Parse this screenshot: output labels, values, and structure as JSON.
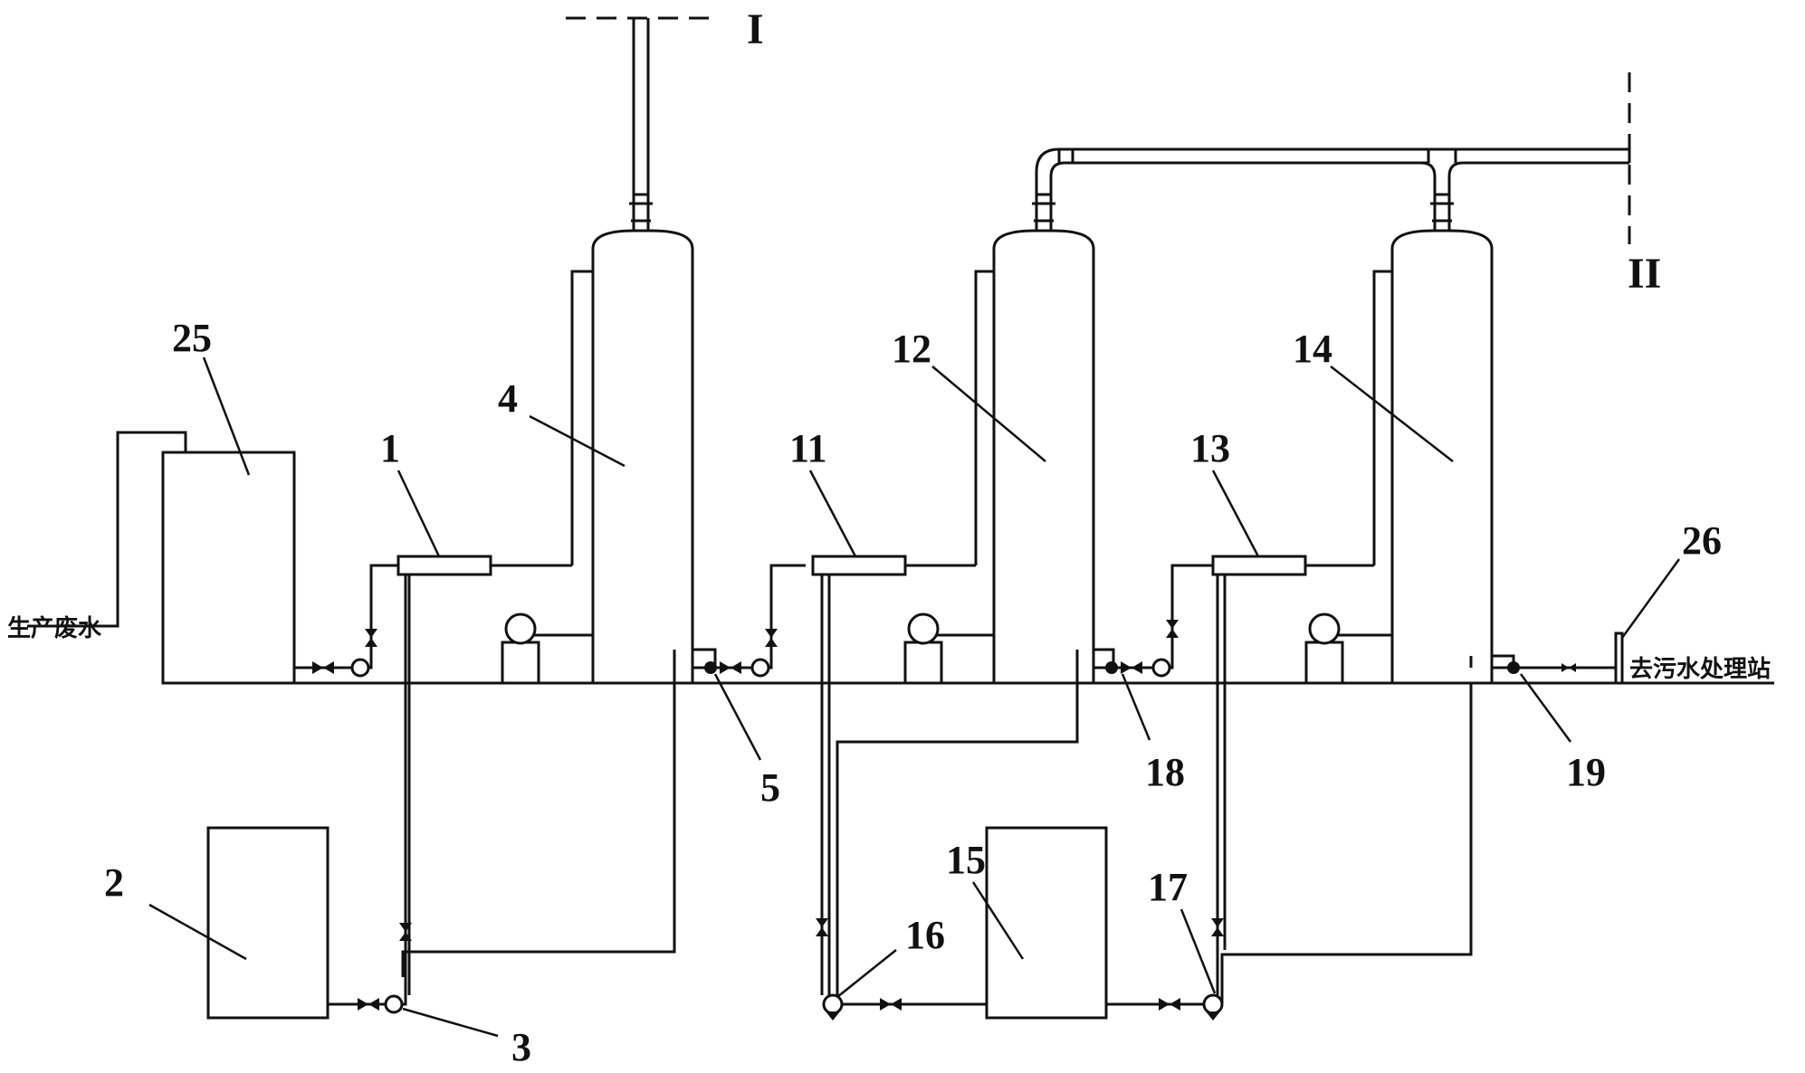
{
  "labels": {
    "feed_tank": "25",
    "heater_1": "1",
    "dosing_tank_1": "2",
    "pump_3": "3",
    "column_1": "4",
    "pump_5": "5",
    "heater_2": "11",
    "column_2": "12",
    "heater_3": "13",
    "column_3": "14",
    "dosing_tank_2": "15",
    "pump_16": "16",
    "pump_17": "17",
    "pump_18": "18",
    "pump_19": "19",
    "outlet_26": "26"
  },
  "text": {
    "inlet": "生产废水",
    "outlet": "去污水处理站",
    "section_1": "I",
    "section_2": "II"
  }
}
